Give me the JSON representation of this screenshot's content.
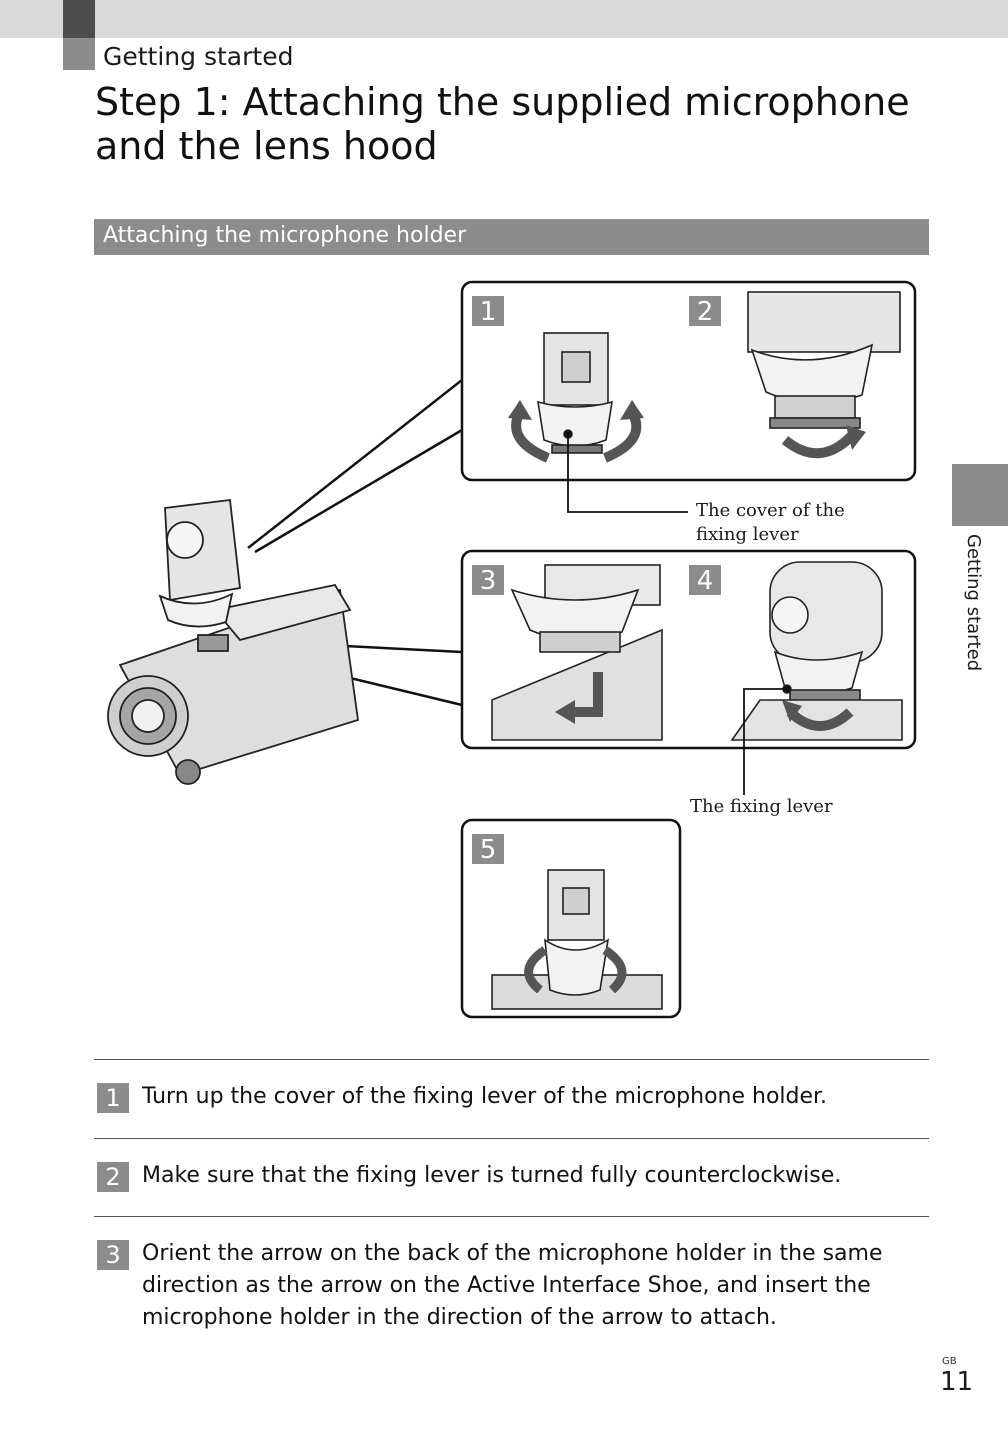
{
  "header": {
    "section_label": "Getting started",
    "title": "Step 1: Attaching the supplied microphone and the lens hood"
  },
  "subsection": {
    "title": "Attaching the microphone holder"
  },
  "side_tab": {
    "label": "Getting started"
  },
  "illustration": {
    "panel_labels": [
      "1",
      "2",
      "3",
      "4",
      "5"
    ],
    "callout_cover": "The cover of the fixing lever",
    "callout_lever": "The fixing lever"
  },
  "steps": [
    {
      "num": "1",
      "text": "Turn up the cover of the fixing lever of the microphone holder."
    },
    {
      "num": "2",
      "text": "Make sure that the fixing lever is turned fully counterclockwise."
    },
    {
      "num": "3",
      "text": "Orient the arrow on the back of the microphone holder in the same direction as the arrow on the Active Interface Shoe, and insert the microphone holder in the direction of the arrow to attach."
    }
  ],
  "footer": {
    "page_code": "GB",
    "page_number": "11"
  },
  "colors": {
    "accent_gray": "#8c8c8c",
    "top_bar": "#d9d9d9"
  }
}
